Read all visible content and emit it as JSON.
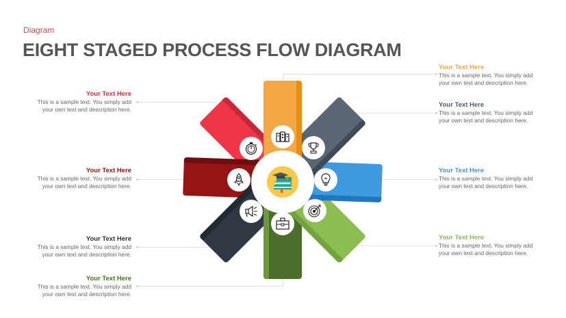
{
  "header": {
    "subtitle": "Diagram",
    "title": "EIGHT STAGED PROCESS FLOW DIAGRAM"
  },
  "colors": {
    "orange": "#f4a742",
    "slate": "#5a6674",
    "blue": "#3f9ae0",
    "green": "#8cbd52",
    "dark_green": "#4b6f2a",
    "charcoal": "#2f3843",
    "dark_red": "#961414",
    "red": "#ef3748"
  },
  "center": {
    "icon": "graduation-books-icon"
  },
  "stages": [
    {
      "id": "orange",
      "icon": "buildings-icon",
      "heading": "Your Text Here",
      "body_line1": "This is a sample text. You simply add",
      "body_line2": "your own text and description here."
    },
    {
      "id": "slate",
      "icon": "trophy-icon",
      "heading": "Your Text Here",
      "body_line1": "This is a sample text. You simply add",
      "body_line2": "your own text and description here."
    },
    {
      "id": "blue",
      "icon": "lightbulb-icon",
      "heading": "Your Text Here",
      "body_line1": "This is a sample text. You simply add",
      "body_line2": "your own text and description here."
    },
    {
      "id": "green",
      "icon": "target-icon",
      "heading": "Your Text Here",
      "body_line1": "This is a sample text. You simply add",
      "body_line2": "your own text and description here."
    },
    {
      "id": "dark_green",
      "icon": "briefcase-icon",
      "heading": "Your Text Here",
      "body_line1": "This is a sample text. You simply add",
      "body_line2": "your own text and description here."
    },
    {
      "id": "charcoal",
      "icon": "megaphone-icon",
      "heading": "Your Text Here",
      "body_line1": "This is a sample text. You simply add",
      "body_line2": "your own text and description here."
    },
    {
      "id": "dark_red",
      "icon": "rocket-icon",
      "heading": "Your Text Here",
      "body_line1": "This is a sample text. You simply add",
      "body_line2": "your own text and description here."
    },
    {
      "id": "red",
      "icon": "stopwatch-icon",
      "heading": "Your Text Here",
      "body_line1": "This is a sample text. You simply add",
      "body_line2": "your own text and description here."
    }
  ]
}
